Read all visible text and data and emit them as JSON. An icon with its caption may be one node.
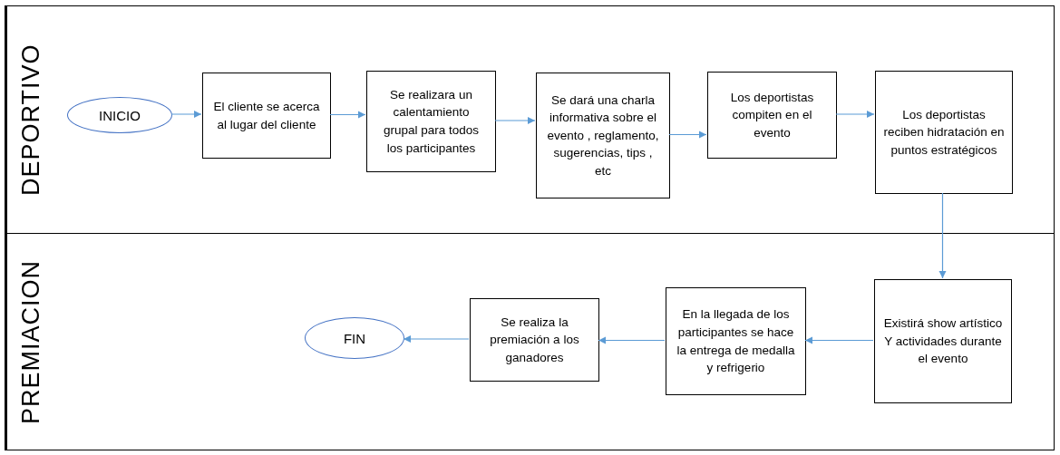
{
  "diagram": {
    "nodes": [
      {
        "text": [
          "DEPORTIVO"
        ]
      },
      {
        "text": [
          "PREMIACION"
        ]
      },
      {
        "text": [
          "INICIO"
        ],
        "in": 0
      },
      {
        "text": [
          "El cliente se acerca al lugar del cliente"
        ],
        "in": 0
      },
      {
        "text": [
          "Se realizara un calentamiento grupal para todos los participantes"
        ],
        "in": 0
      },
      {
        "text": [
          "Se dará una charla informativa sobre el evento , reglamento, sugerencias, tips , etc"
        ],
        "in": 0
      },
      {
        "text": [
          "Los deportistas compiten en el evento"
        ],
        "in": 0
      },
      {
        "text": [
          "Los deportistas reciben hidratación en puntos estratégicos"
        ],
        "in": 0
      },
      {
        "text": [
          "Existirá show artístico Y actividades durante el evento"
        ],
        "in": 1
      },
      {
        "text": [
          "En la llegada de los participantes se hace la entrega de medalla y refrigerio"
        ],
        "in": 1
      },
      {
        "text": [
          "Se realiza la premiación a los ganadores"
        ],
        "in": 1
      },
      {
        "text": [
          "FIN"
        ],
        "in": 1
      }
    ],
    "edges": [
      {
        "from": 2,
        "to": 3,
        "arrow": "to"
      },
      {
        "from": 3,
        "to": 4,
        "arrow": "to"
      },
      {
        "from": 4,
        "to": 5,
        "arrow": "to"
      },
      {
        "from": 5,
        "to": 6,
        "arrow": "to"
      },
      {
        "from": 6,
        "to": 7,
        "arrow": "to"
      },
      {
        "from": 7,
        "to": 8,
        "arrow": "to"
      },
      {
        "from": 8,
        "to": 9,
        "arrow": "to"
      },
      {
        "from": 9,
        "to": 10,
        "arrow": "to"
      },
      {
        "from": 10,
        "to": 11,
        "arrow": "to"
      }
    ]
  }
}
